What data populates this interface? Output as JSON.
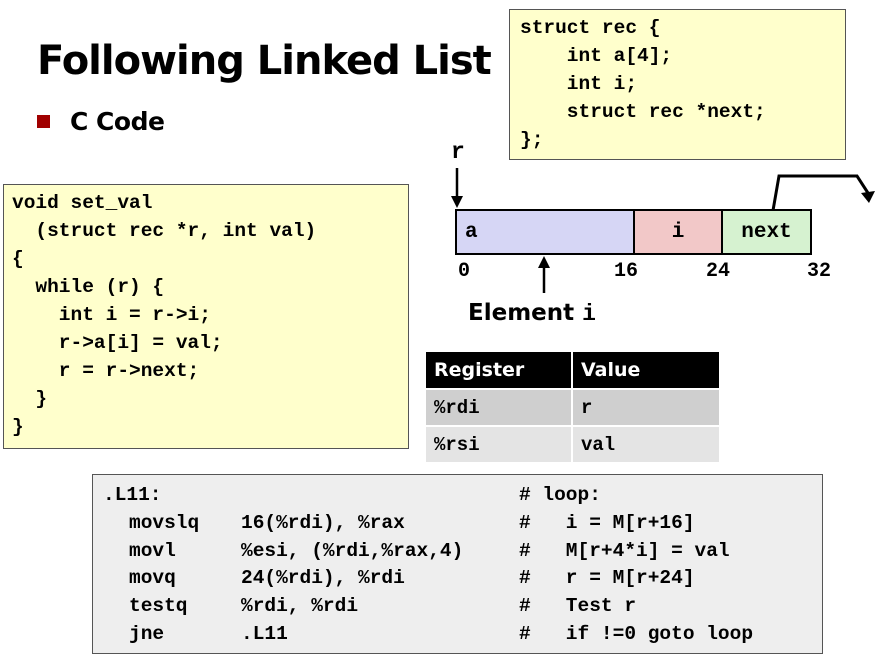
{
  "slide": {
    "title": "Following Linked List",
    "bullet": "C Code"
  },
  "struct_code": "struct rec {\n    int a[4];\n    int i;\n    struct rec *next;\n};",
  "c_code": "void set_val\n  (struct rec *r, int val)\n{\n  while (r) {\n    int i = r->i;\n    r->a[i] = val;\n    r = r->next;\n  }\n}",
  "diagram": {
    "pointer_label": "r",
    "fields": [
      "a",
      "i",
      "next"
    ],
    "offsets": [
      "0",
      "16",
      "24",
      "32"
    ],
    "element_label_prefix": "Element",
    "element_label_var": "i",
    "field_colors": {
      "a": "#d6d6f5",
      "i": "#f2c8c8",
      "next": "#d6f2d0"
    }
  },
  "register_table": {
    "headers": [
      "Register",
      "Value"
    ],
    "rows": [
      [
        "%rdi",
        "r"
      ],
      [
        "%rsi",
        "val"
      ]
    ]
  },
  "assembly": [
    {
      "label": ".L11:",
      "op": "",
      "args": "",
      "comment": "# loop:"
    },
    {
      "label": "",
      "op": "movslq",
      "args": "16(%rdi), %rax",
      "comment": "#   i = M[r+16]"
    },
    {
      "label": "",
      "op": "movl",
      "args": "%esi, (%rdi,%rax,4)",
      "comment": "#   M[r+4*i] = val"
    },
    {
      "label": "",
      "op": "movq",
      "args": "24(%rdi), %rdi",
      "comment": "#   r = M[r+24]"
    },
    {
      "label": "",
      "op": "testq",
      "args": "%rdi, %rdi",
      "comment": "#   Test r"
    },
    {
      "label": "",
      "op": "jne",
      "args": ".L11",
      "comment": "#   if !=0 goto loop"
    }
  ]
}
